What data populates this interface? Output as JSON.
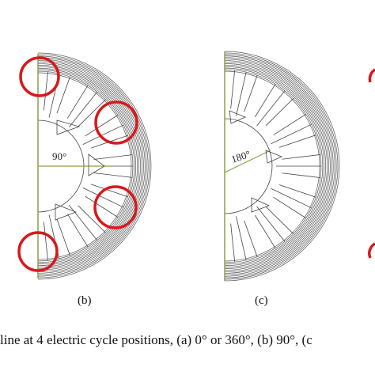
{
  "panels": [
    {
      "label": "(b)",
      "angle_label": "90°"
    },
    {
      "label": "(c)",
      "angle_label": "180°"
    }
  ],
  "caption": "line at 4 electric cycle positions, (a) 0° or 360°, (b) 90°, (c",
  "colors": {
    "highlight": "#d7191c",
    "flux_lines": "#555555",
    "stator_fill": "#c7cfa0",
    "angle_line": "#8aa04a"
  }
}
